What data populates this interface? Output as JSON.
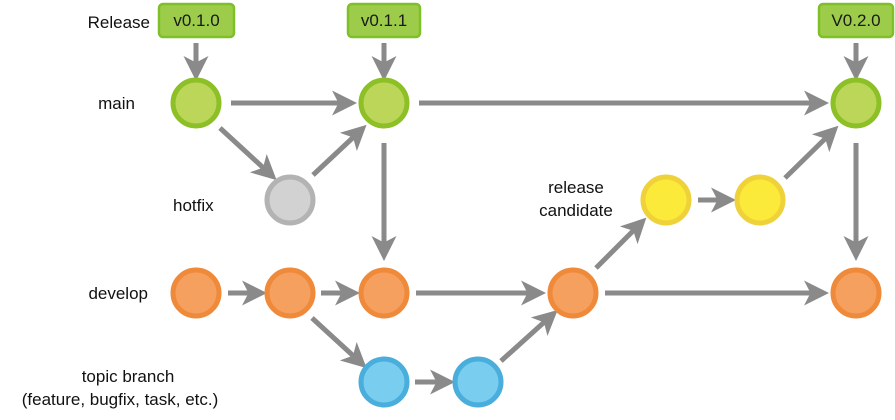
{
  "rows": {
    "release": "Release",
    "main": "main",
    "hotfix": "hotfix",
    "release_candidate": [
      "release",
      "candidate"
    ],
    "develop": "develop",
    "topic": [
      "topic branch",
      "(feature, bugfix, task, etc.)"
    ]
  },
  "tags": [
    "v0.1.0",
    "v0.1.1",
    "V0.2.0"
  ],
  "colors": {
    "main_fill": "#bcd65a",
    "main_stroke": "#8dc027",
    "hotfix_fill": "#d2d2d2",
    "hotfix_stroke": "#b3b3b3",
    "rc_fill": "#fbea3a",
    "rc_stroke": "#efd13a",
    "develop_fill": "#f6a060",
    "develop_stroke": "#ef8a3a",
    "topic_fill": "#79cdee",
    "topic_stroke": "#4aaedd",
    "tag_fill": "#9ccc4a",
    "tag_stroke": "#7fbf2a",
    "arrow": "#8a8a8a"
  }
}
